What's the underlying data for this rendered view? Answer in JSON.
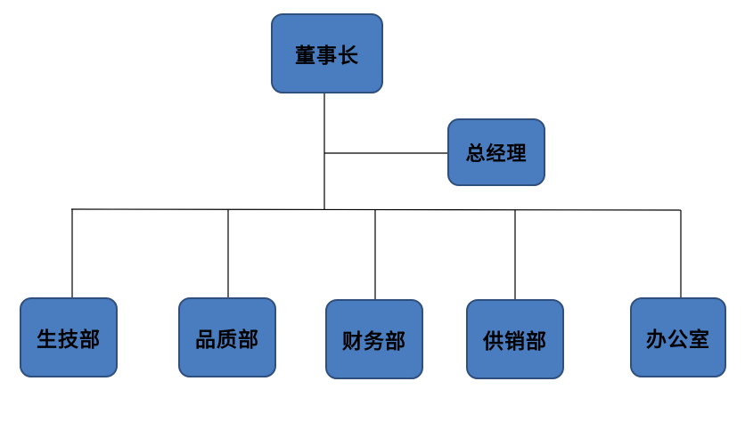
{
  "org_chart": {
    "top": {
      "label": "董事长"
    },
    "assistant": {
      "label": "总经理"
    },
    "departments": [
      {
        "label": "生技部"
      },
      {
        "label": "品质部"
      },
      {
        "label": "财务部"
      },
      {
        "label": "供销部"
      },
      {
        "label": "办公室"
      }
    ]
  },
  "colors": {
    "node_fill": "#4a7dbf",
    "node_border": "#2f4f7f",
    "connector": "#000000",
    "text": "#000000"
  }
}
